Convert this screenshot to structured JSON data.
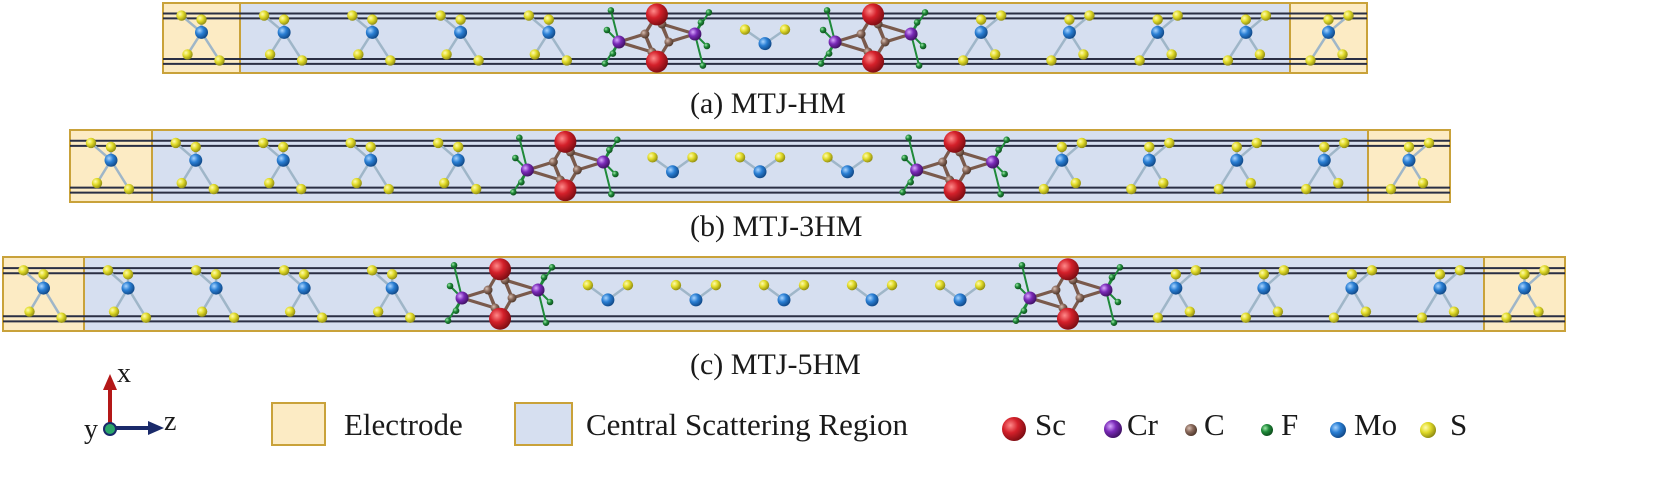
{
  "figure": {
    "panels": [
      {
        "id": "a",
        "caption": "(a) MTJ-HM",
        "half_metal_layers": 1
      },
      {
        "id": "b",
        "caption": "(b) MTJ-3HM",
        "half_metal_layers": 3
      },
      {
        "id": "c",
        "caption": "(c) MTJ-5HM",
        "half_metal_layers": 5
      }
    ],
    "axes": {
      "x_label": "x",
      "y_label": "y",
      "z_label": "z"
    },
    "legend": {
      "regions": [
        {
          "key": "electrode",
          "label": "Electrode",
          "fill": "#fcebc4",
          "stroke": "#c9a23a"
        },
        {
          "key": "central",
          "label": "Central Scattering Region",
          "fill": "#d6dff0",
          "stroke": "#c9a23a"
        }
      ],
      "atoms": [
        {
          "key": "Sc",
          "label": "Sc",
          "color": "#d4202a"
        },
        {
          "key": "Cr",
          "label": "Cr",
          "color": "#7a2ab8"
        },
        {
          "key": "C",
          "label": "C",
          "color": "#8a6a5c"
        },
        {
          "key": "F",
          "label": "F",
          "color": "#1f8a3a"
        },
        {
          "key": "Mo",
          "label": "Mo",
          "color": "#2a7fd4"
        },
        {
          "key": "S",
          "label": "S",
          "color": "#e2dc2a"
        }
      ]
    }
  }
}
